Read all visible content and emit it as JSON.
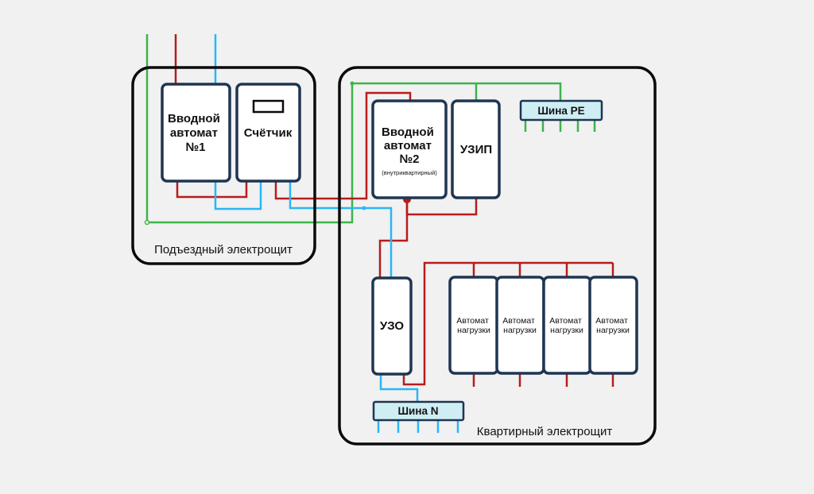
{
  "colors": {
    "phase": "#b71c1c",
    "neutral": "#29b6f6",
    "ground": "#3cb34a",
    "device_border": "#1f3552",
    "panel_border": "#0a0a0a",
    "busbar_fill": "#cfeef4",
    "background": "#f1f1f1"
  },
  "panels": {
    "entrance": {
      "label": "Подъездный электрощит"
    },
    "apartment": {
      "label": "Квартирный электрощит"
    }
  },
  "devices": {
    "main_breaker_1": {
      "lines": [
        "Вводной",
        "автомат",
        "№1"
      ]
    },
    "meter": {
      "label": "Счётчик",
      "icon": "meter-display-icon"
    },
    "main_breaker_2": {
      "lines": [
        "Вводной",
        "автомат",
        "№2"
      ],
      "note": "(внутриквартирный)"
    },
    "spd": {
      "label": "УЗИП"
    },
    "rcd": {
      "label": "УЗО"
    },
    "load_breakers": [
      {
        "lines": [
          "Автомат",
          "нагрузки"
        ]
      },
      {
        "lines": [
          "Автомат",
          "нагрузки"
        ]
      },
      {
        "lines": [
          "Автомат",
          "нагрузки"
        ]
      },
      {
        "lines": [
          "Автомат",
          "нагрузки"
        ]
      }
    ]
  },
  "busbars": {
    "pe": {
      "label": "Шина PE"
    },
    "n": {
      "label": "Шина N"
    }
  }
}
